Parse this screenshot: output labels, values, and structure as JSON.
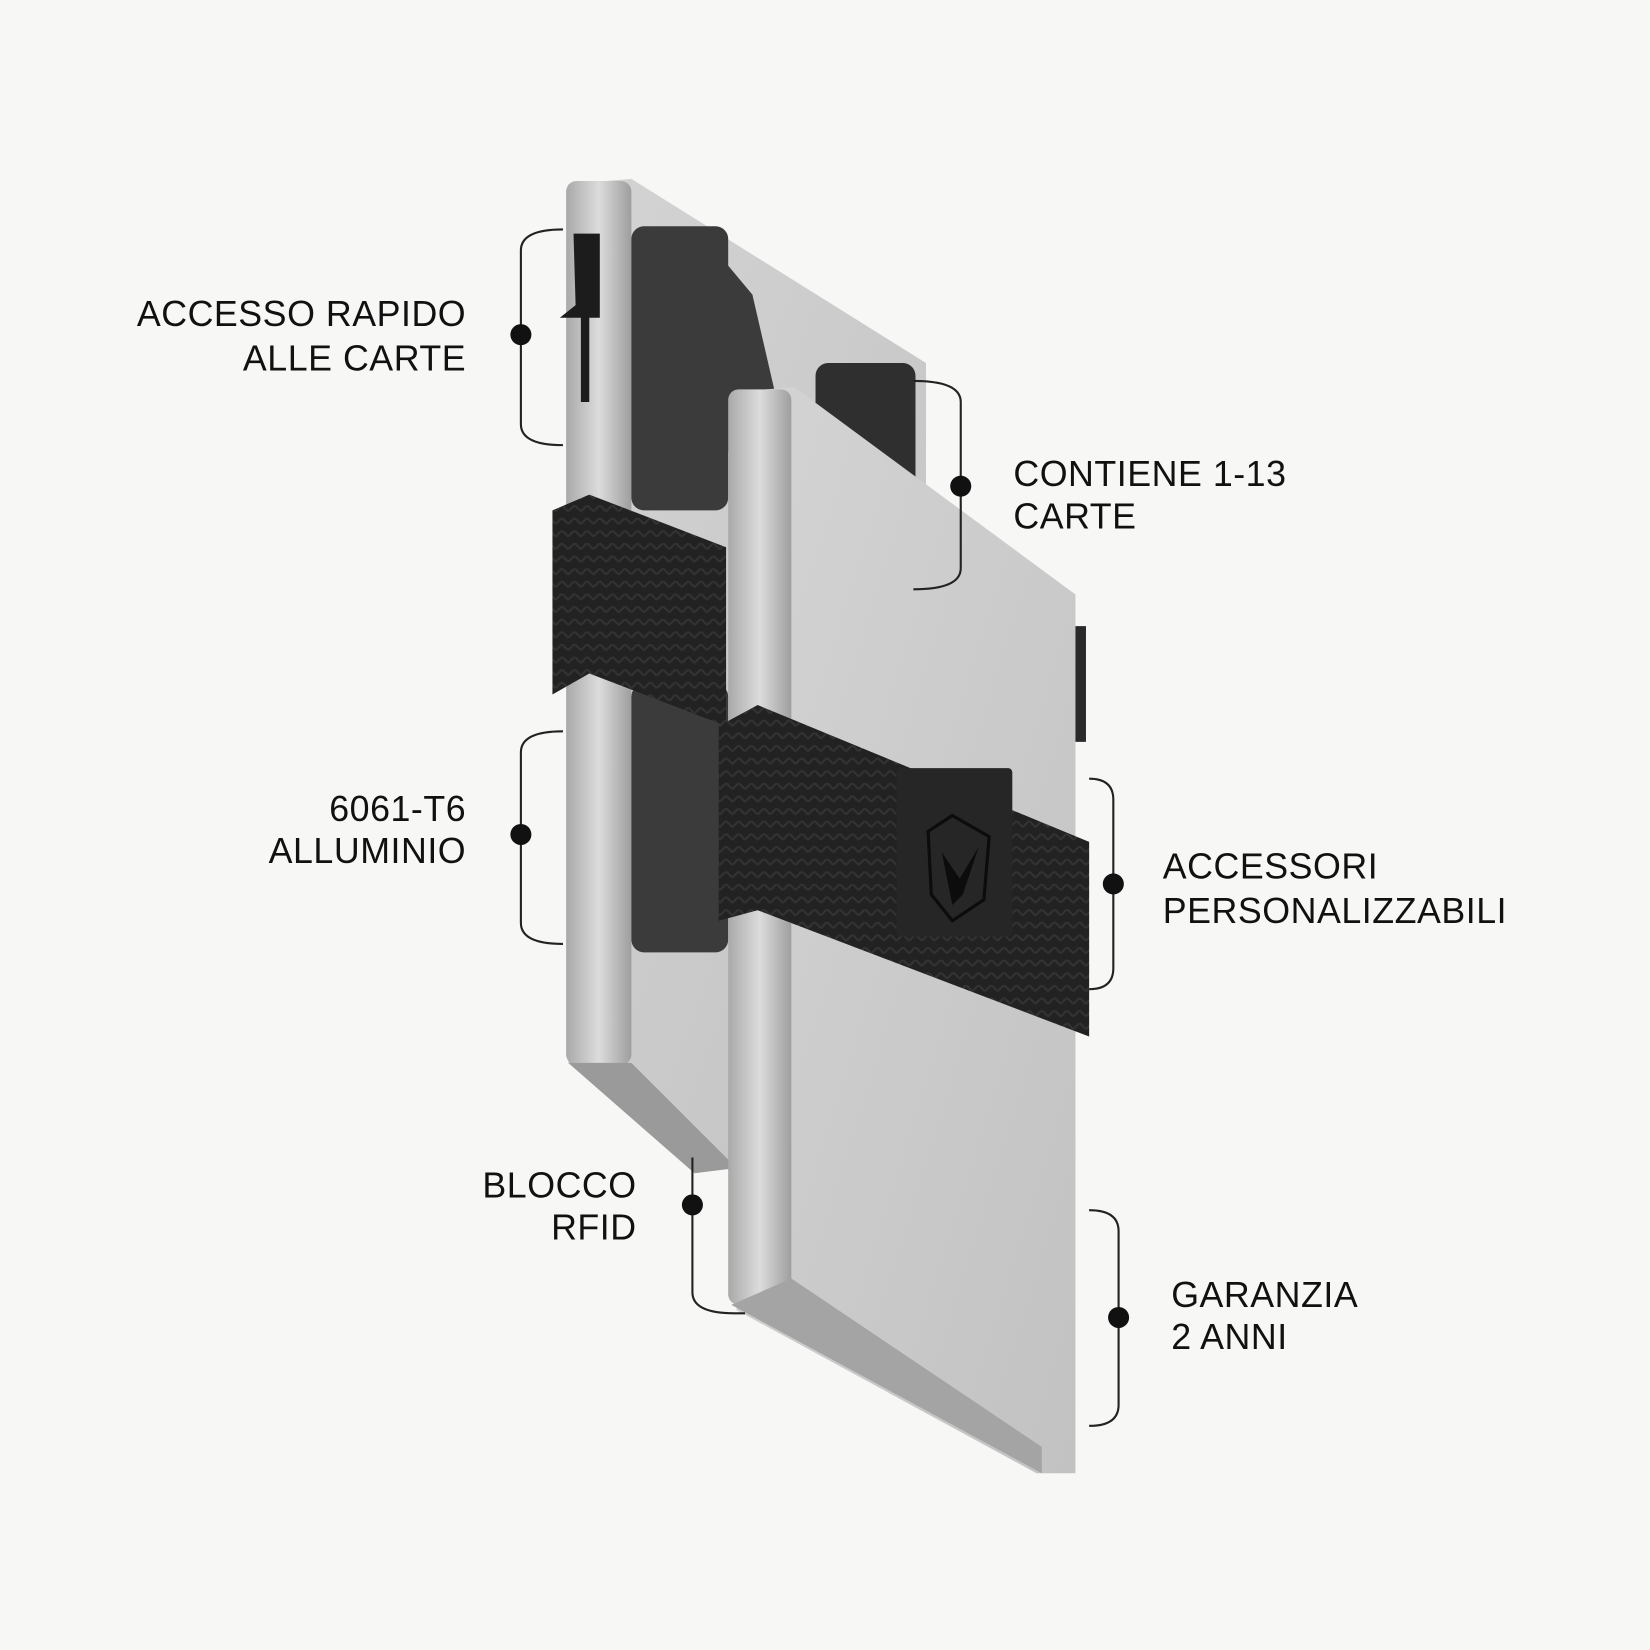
{
  "callouts": [
    {
      "id": "quick-access",
      "lines": [
        "ACCESSO RAPIDO",
        "ALLE CARTE"
      ]
    },
    {
      "id": "capacity",
      "lines": [
        "CONTIENE 1-13",
        "CARTE"
      ]
    },
    {
      "id": "material",
      "lines": [
        "6061-T6",
        "ALLUMINIO"
      ]
    },
    {
      "id": "accessories",
      "lines": [
        "ACCESSORI",
        "PERSONALIZZABILI"
      ]
    },
    {
      "id": "rfid",
      "lines": [
        "BLOCCO",
        "RFID"
      ]
    },
    {
      "id": "warranty",
      "lines": [
        "GARANZIA",
        "2 ANNI"
      ]
    }
  ],
  "colors": {
    "background": "#f7f7f5",
    "aluminium": "#c9c9c9",
    "band": "#1e1e1e",
    "card": "#3b3b3b",
    "text": "#111111"
  },
  "icons": [
    "shield-bird-logo-icon",
    "callout-dot-icon"
  ]
}
